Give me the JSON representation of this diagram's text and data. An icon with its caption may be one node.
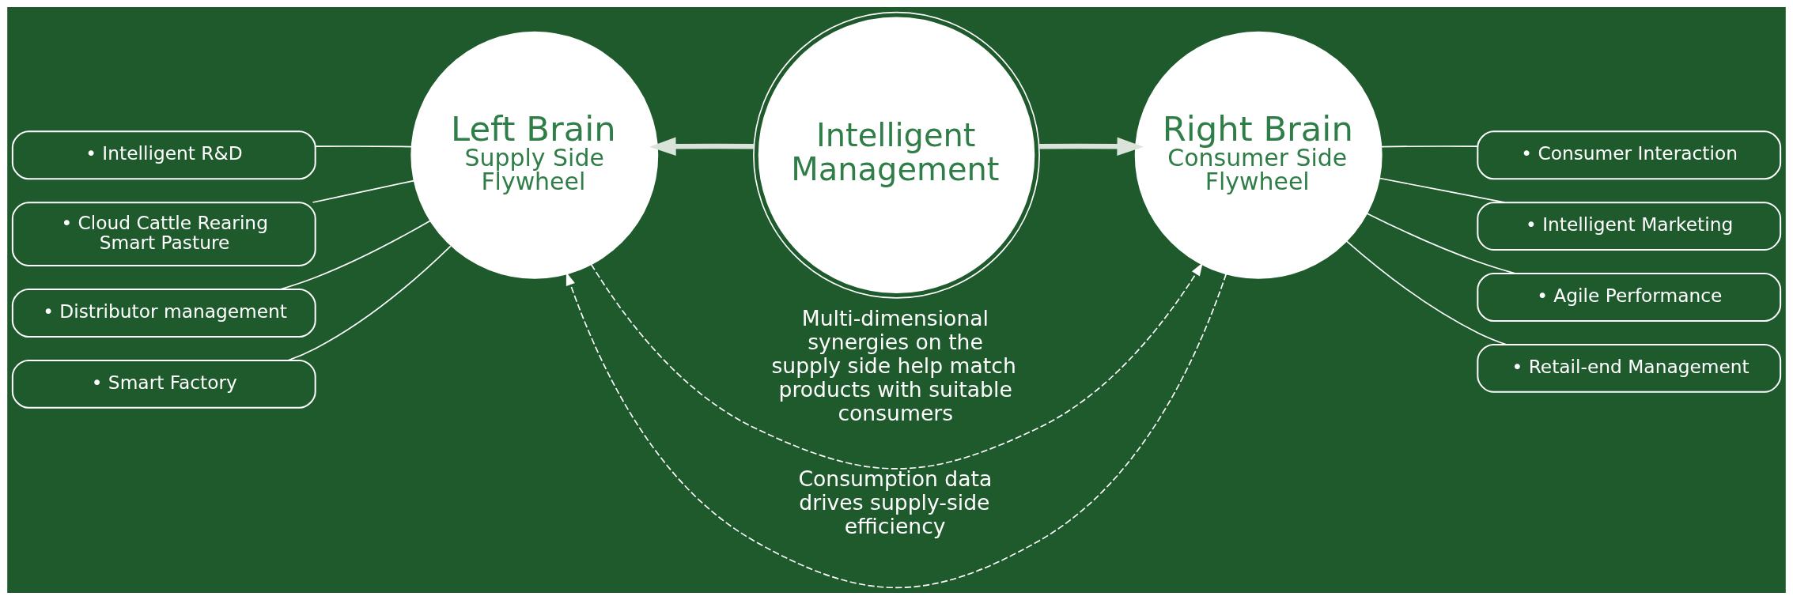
{
  "diagram": {
    "nodes": [
      {
        "text": [
          "• Intelligent R&D"
        ]
      },
      {
        "text": [
          "• Cloud Cattle Rearing Smart Pasture"
        ]
      },
      {
        "text": [
          "• Distributor management"
        ]
      },
      {
        "text": [
          "• Smart Factory"
        ]
      },
      {
        "text": [
          "Left Brain",
          "Supply Side Flywheel"
        ]
      },
      {
        "text": [
          "Intelligent Management"
        ]
      },
      {
        "text": [
          "Right Brain",
          "Consumer Side Flywheel"
        ]
      },
      {
        "text": [
          "• Consumer Interaction"
        ]
      },
      {
        "text": [
          "• Intelligent Marketing"
        ]
      },
      {
        "text": [
          "• Agile Performance"
        ]
      },
      {
        "text": [
          "• Retail-end Management"
        ]
      }
    ],
    "edges": [
      {
        "from": 0,
        "to": 4,
        "arrow": "none"
      },
      {
        "from": 1,
        "to": 4,
        "arrow": "none"
      },
      {
        "from": 2,
        "to": 4,
        "arrow": "none"
      },
      {
        "from": 3,
        "to": 4,
        "arrow": "none"
      },
      {
        "from": 5,
        "to": 4,
        "arrow": "to",
        "style": "thick",
        "color": "#d9e3d9"
      },
      {
        "from": 5,
        "to": 6,
        "arrow": "to",
        "style": "thick",
        "color": "#d9e3d9"
      },
      {
        "from": 6,
        "to": 7,
        "arrow": "none"
      },
      {
        "from": 6,
        "to": 8,
        "arrow": "none"
      },
      {
        "from": 6,
        "to": 9,
        "arrow": "none"
      },
      {
        "from": 6,
        "to": 10,
        "arrow": "none"
      },
      {
        "from": 6,
        "to": 4,
        "arrow": "to",
        "style": "dashed",
        "label": "Consumption data drives supply-side efficiency"
      },
      {
        "from": 4,
        "to": 6,
        "arrow": "to",
        "style": "dashed",
        "label": "Multi-dimensional synergies on the supply side help match products with suitable consumers"
      }
    ]
  }
}
